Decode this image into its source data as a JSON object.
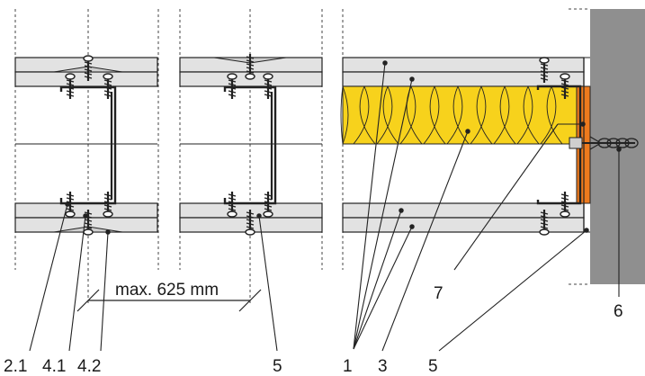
{
  "dimension": {
    "text": "max. 625 mm"
  },
  "callouts": {
    "c21": "2.1",
    "c41": "4.1",
    "c42": "4.2",
    "c5a": "5",
    "c1": "1",
    "c3": "3",
    "c5b": "5",
    "c7": "7",
    "c6": "6"
  },
  "colors": {
    "board": "#e2e2e2",
    "wall": "#8f8f8f",
    "insulation": "#f7d21c",
    "sealant": "#ee7a1d",
    "line": "#222222"
  }
}
